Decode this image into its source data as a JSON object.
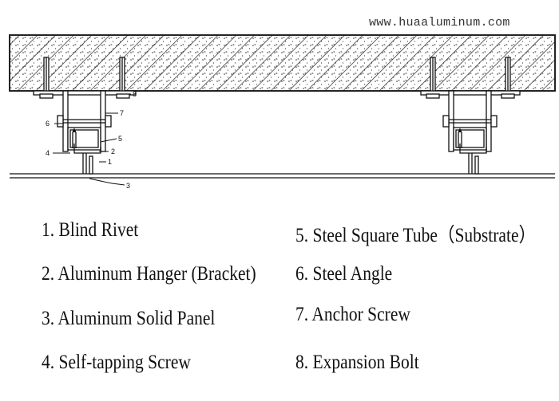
{
  "watermark": "www.huaaluminum.com",
  "callouts": [
    "1",
    "2",
    "3",
    "4",
    "5",
    "6",
    "7",
    "8"
  ],
  "legend": {
    "item1": "1. Blind Rivet",
    "item2": "2. Aluminum Hanger (Bracket)",
    "item3": "3. Aluminum Solid Panel",
    "item4": "4. Self-tapping Screw",
    "item5": "5. Steel Square Tube（Substrate）",
    "item6": "6. Steel Angle",
    "item7": "7. Anchor Screw",
    "item8": "8. Expansion Bolt"
  }
}
